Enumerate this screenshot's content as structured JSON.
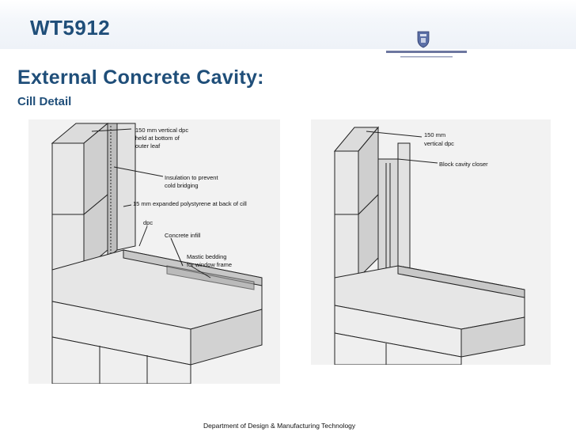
{
  "header": {
    "course_code": "WT5912"
  },
  "slide": {
    "title": "External Concrete Cavity:",
    "subtitle": "Cill Detail"
  },
  "left_drawing": {
    "labels": {
      "dpc_vertical_1": "150 mm vertical dpc",
      "dpc_vertical_2": "held at bottom of",
      "dpc_vertical_3": "outer leaf",
      "insulation_1": "Insulation to prevent",
      "insulation_2": "cold bridging",
      "polystyrene": "15 mm expanded polystyrene at back of cill",
      "dpc": "dpc",
      "concrete_infill": "Concrete infill",
      "mastic_1": "Mastic bedding",
      "mastic_2": "for window frame"
    }
  },
  "right_drawing": {
    "labels": {
      "dpc_vertical_1": "150 mm",
      "dpc_vertical_2": "vertical dpc",
      "block_closer": "Block cavity closer"
    }
  },
  "footer": {
    "text": "Department of Design & Manufacturing Technology"
  }
}
